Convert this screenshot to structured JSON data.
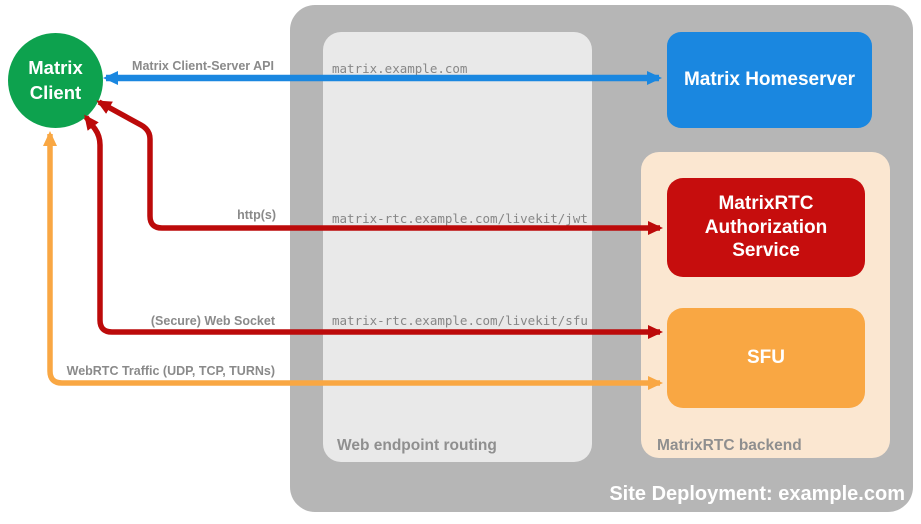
{
  "colors": {
    "green": "#0da24e",
    "blue": "#1a87e0",
    "red": "#c60d0d",
    "arrow_red": "#bc0a0a",
    "orange": "#f9a743",
    "peach": "#fbe7d1",
    "container_gray": "#b6b6b6",
    "panel_gray": "#e9e9e9"
  },
  "client": {
    "label": "Matrix Client"
  },
  "nodes": {
    "homeserver": {
      "label": "Matrix Homeserver"
    },
    "auth_service": {
      "label": "MatrixRTC Authorization Service"
    },
    "sfu": {
      "label": "SFU"
    }
  },
  "containers": {
    "site": {
      "label": "Site Deployment: example.com"
    },
    "routing": {
      "label": "Web endpoint routing"
    },
    "backend": {
      "label": "MatrixRTC backend"
    }
  },
  "endpoints": {
    "homeserver": "matrix.example.com",
    "jwt": "matrix-rtc.example.com/livekit/jwt",
    "sfu": "matrix-rtc.example.com/livekit/sfu"
  },
  "arrows": {
    "api": {
      "label": "Matrix Client-Server API",
      "color": "#1a87e0"
    },
    "https": {
      "label": "http(s)",
      "color": "#bc0a0a"
    },
    "websocket": {
      "label": "(Secure) Web Socket",
      "color": "#bc0a0a"
    },
    "webrtc": {
      "label": "WebRTC Traffic (UDP, TCP, TURNs)",
      "color": "#f9a743"
    }
  }
}
